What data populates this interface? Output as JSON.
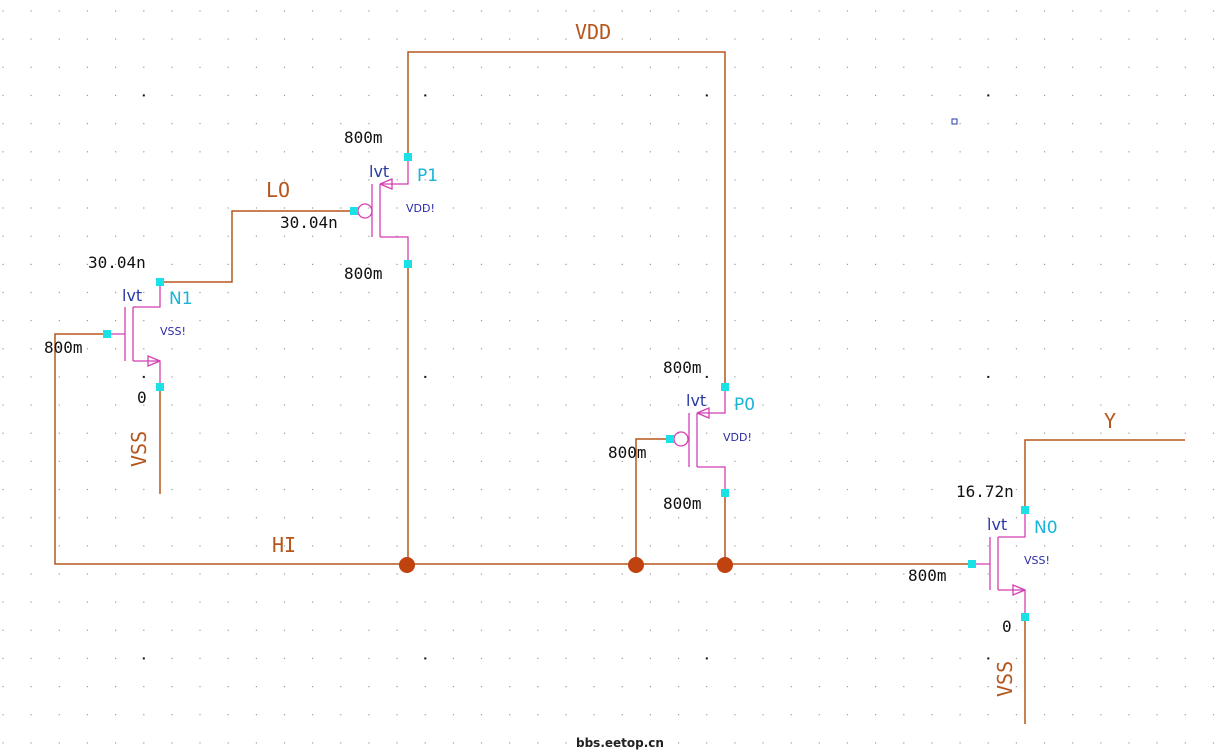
{
  "nets": {
    "vdd": "VDD",
    "lo": "LO",
    "hi": "HI",
    "y": "Y",
    "vss_left": "VSS",
    "vss_right": "VSS"
  },
  "transistors": {
    "p1": {
      "name": "P1",
      "model": "lvt",
      "bulk": "VDD!",
      "param_top": "800m",
      "param_gate": "30.04n",
      "param_bottom": "800m"
    },
    "n1": {
      "name": "N1",
      "model": "lvt",
      "bulk": "VSS!",
      "param_top": "30.04n",
      "param_gate": "800m",
      "param_bottom": "0"
    },
    "p0": {
      "name": "P0",
      "model": "lvt",
      "bulk": "VDD!",
      "param_top": "800m",
      "param_gate": "800m",
      "param_bottom": "800m"
    },
    "n0": {
      "name": "N0",
      "model": "lvt",
      "bulk": "VSS!",
      "param_top": "16.72n",
      "param_gate": "800m",
      "param_bottom": "0"
    }
  },
  "watermark": "bbs.eetop.cn",
  "colors": {
    "wire": "#b5561d",
    "device": "#d43fb2",
    "pin": "#19e1e6",
    "junction": "#c0420e",
    "instance_name": "#18b4d8",
    "model_name": "#2a3aa8"
  }
}
